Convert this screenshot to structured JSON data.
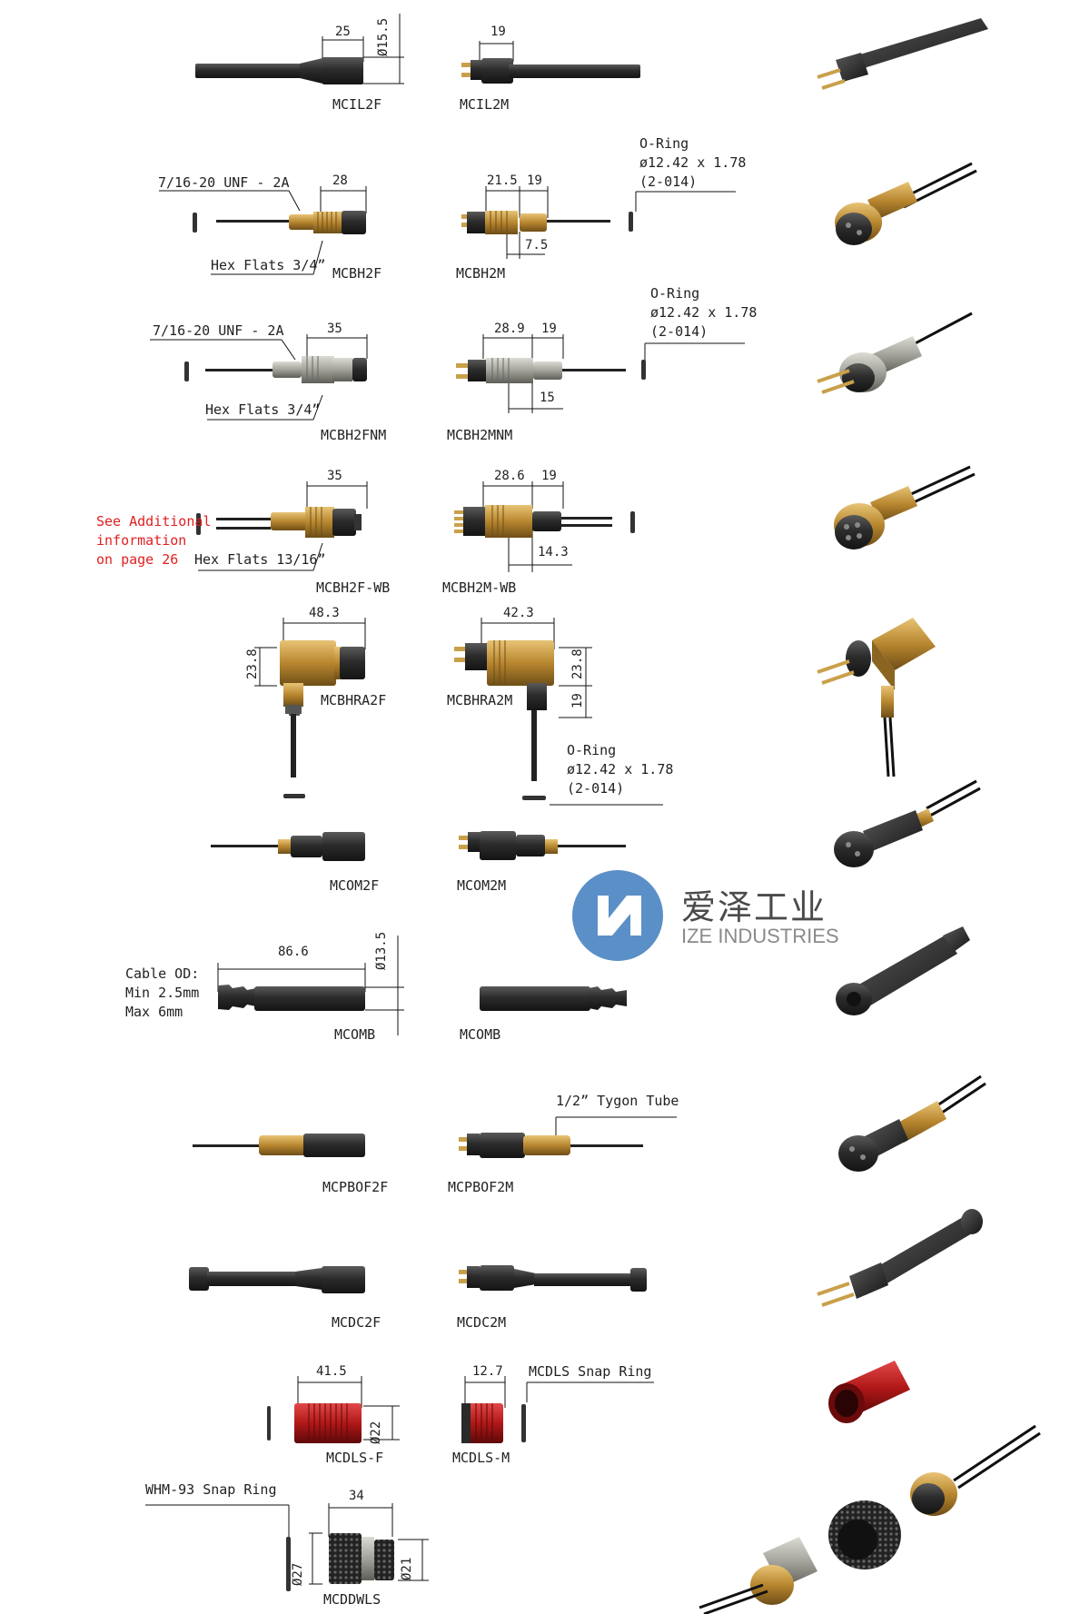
{
  "parts": {
    "mcil2f": "MCIL2F",
    "mcil2m": "MCIL2M",
    "mcbh2f": "MCBH2F",
    "mcbh2m": "MCBH2M",
    "mcbh2fnm": "MCBH2FNM",
    "mcbh2mnm": "MCBH2MNM",
    "mcbh2f_wb": "MCBH2F-WB",
    "mcbh2m_wb": "MCBH2M-WB",
    "mcbhra2f": "MCBHRA2F",
    "mcbhra2m": "MCBHRA2M",
    "mcom2f": "MCOM2F",
    "mcom2m": "MCOM2M",
    "mcomb_left": "MCOMB",
    "mcomb_right": "MCOMB",
    "mcpbof2f": "MCPBOF2F",
    "mcpbof2m": "MCPBOF2M",
    "mcdc2f": "MCDC2F",
    "mcdc2m": "MCDC2M",
    "mcdls_f": "MCDLS-F",
    "mcdls_m": "MCDLS-M",
    "mcddwls": "MCDDWLS"
  },
  "dims": {
    "d25": "25",
    "d15_5": "Ø15.5",
    "d19a": "19",
    "d28": "28",
    "d21_5": "21.5",
    "d19b": "19",
    "d7_5": "7.5",
    "d35a": "35",
    "d28_9": "28.9",
    "d19c": "19",
    "d15": "15",
    "d35b": "35",
    "d28_6": "28.6",
    "d19d": "19",
    "d14_3": "14.3",
    "d48_3": "48.3",
    "d23_8a": "23.8",
    "d42_3": "42.3",
    "d23_8b": "23.8",
    "d19e": "19",
    "d86_6": "86.6",
    "d13_5": "Ø13.5",
    "d41_5": "41.5",
    "d22": "Ø22",
    "d12_7": "12.7",
    "d34": "34",
    "d27": "Ø27",
    "d21": "Ø21"
  },
  "notes": {
    "oring1": [
      "O-Ring",
      "ø12.42  x  1.78",
      "(2-014)"
    ],
    "oring2": [
      "O-Ring",
      "ø12.42  x  1.78",
      "(2-014)"
    ],
    "oring3": [
      "O-Ring",
      "ø12.42  x  1.78",
      "(2-014)"
    ],
    "thread1": "7/16-20  UNF  -  2A",
    "thread2": "7/16-20  UNF  -  2A",
    "hex1": "Hex Flats 3/4”",
    "hex2": "Hex Flats 3/4”",
    "hex3": "Hex Flats 13/16”",
    "see_additional": [
      "See  Additional",
      "information",
      "on page 26"
    ],
    "cable_od": [
      "Cable OD:",
      "Min 2.5mm",
      "Max 6mm"
    ],
    "tygon": "1/2” Tygon Tube",
    "snap_ring": "MCDLS  Snap  Ring",
    "whm_snap": "WHM-93  Snap  Ring"
  },
  "watermark": {
    "cn": "爱泽工业",
    "en": "IZE INDUSTRIES"
  },
  "colors": {
    "rubber": "#2e2e2e",
    "brass": "#b8862f",
    "steel": "#9a9a92",
    "red": "#b01818",
    "note_red": "#e02020",
    "logo_blue": "#5b8fc7"
  }
}
